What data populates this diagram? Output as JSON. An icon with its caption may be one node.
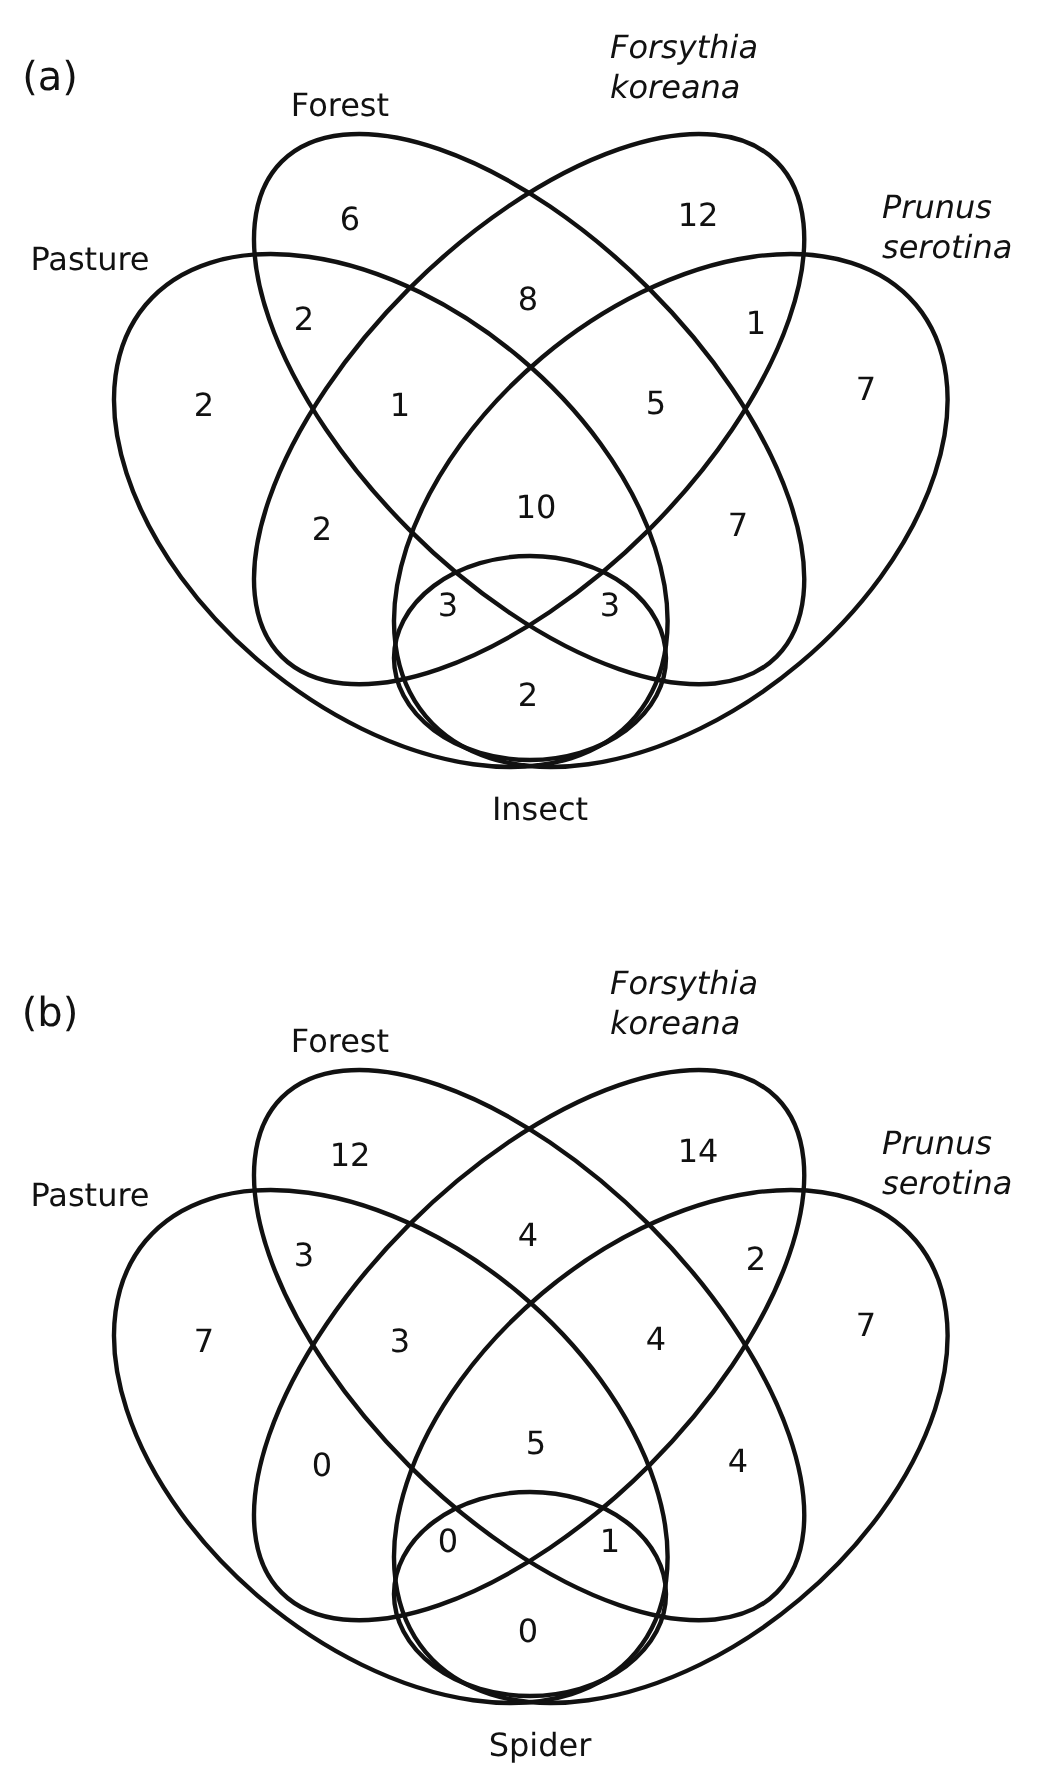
{
  "diagram": {
    "nodes": [
      {
        "text": [
          "Pasture"
        ]
      },
      {
        "text": [
          "Forest"
        ]
      },
      {
        "text": [
          "Forsythia koreana"
        ]
      },
      {
        "text": [
          "Prunus serotina"
        ]
      },
      {
        "text": [
          "Insect"
        ]
      },
      {
        "text": [
          "Pasture"
        ]
      },
      {
        "text": [
          "Forest"
        ]
      },
      {
        "text": [
          "Forsythia koreana"
        ]
      },
      {
        "text": [
          "Prunus serotina"
        ]
      },
      {
        "text": [
          "Spider"
        ]
      }
    ],
    "edges": [],
    "labels": [
      "(a)",
      "6",
      "12",
      "2",
      "8",
      "1",
      "2",
      "1",
      "5",
      "7",
      "2",
      "10",
      "7",
      "3",
      "3",
      "2",
      "(b)",
      "12",
      "14",
      "3",
      "4",
      "2",
      "7",
      "3",
      "4",
      "7",
      "0",
      "5",
      "4",
      "0",
      "1",
      "0"
    ]
  }
}
